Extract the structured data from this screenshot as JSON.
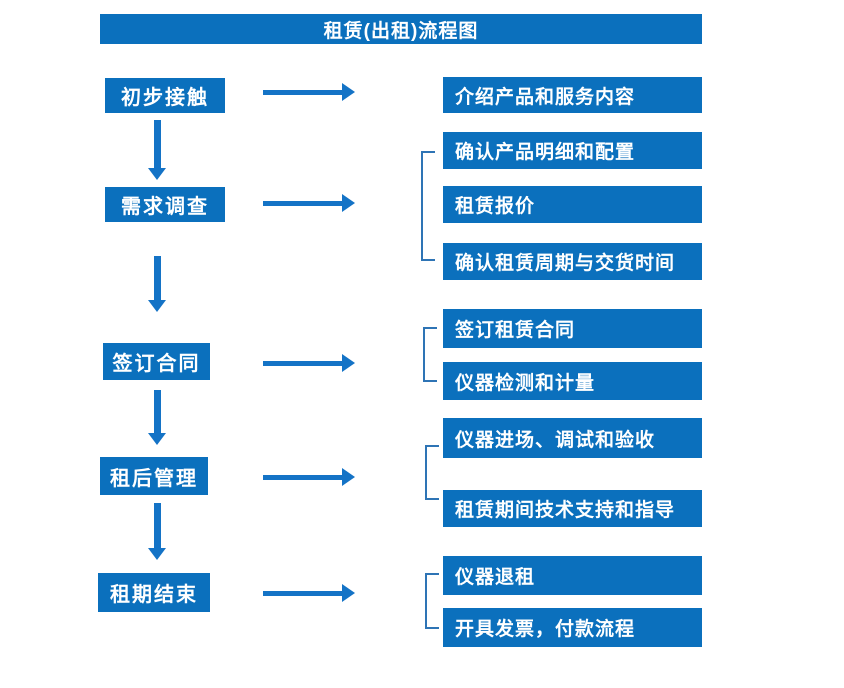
{
  "title": "租赁(出租)流程图",
  "colors": {
    "box_blue": "#0b70bd",
    "arrow_blue": "#1473c6",
    "bracket_blue": "#2e74b5",
    "text_white": "#ffffff",
    "bg": "#ffffff"
  },
  "steps": [
    {
      "label": "初步接触"
    },
    {
      "label": "需求调查"
    },
    {
      "label": "签订合同"
    },
    {
      "label": "租后管理"
    },
    {
      "label": "租期结束"
    }
  ],
  "details": [
    {
      "label": "介绍产品和服务内容"
    },
    {
      "label": "确认产品明细和配置"
    },
    {
      "label": "租赁报价"
    },
    {
      "label": "确认租赁周期与交货时间"
    },
    {
      "label": "签订租赁合同"
    },
    {
      "label": "仪器检测和计量"
    },
    {
      "label": "仪器进场、调试和验收"
    },
    {
      "label": "租赁期间技术支持和指导"
    },
    {
      "label": "仪器退租"
    },
    {
      "label": "开具发票，付款流程"
    }
  ]
}
